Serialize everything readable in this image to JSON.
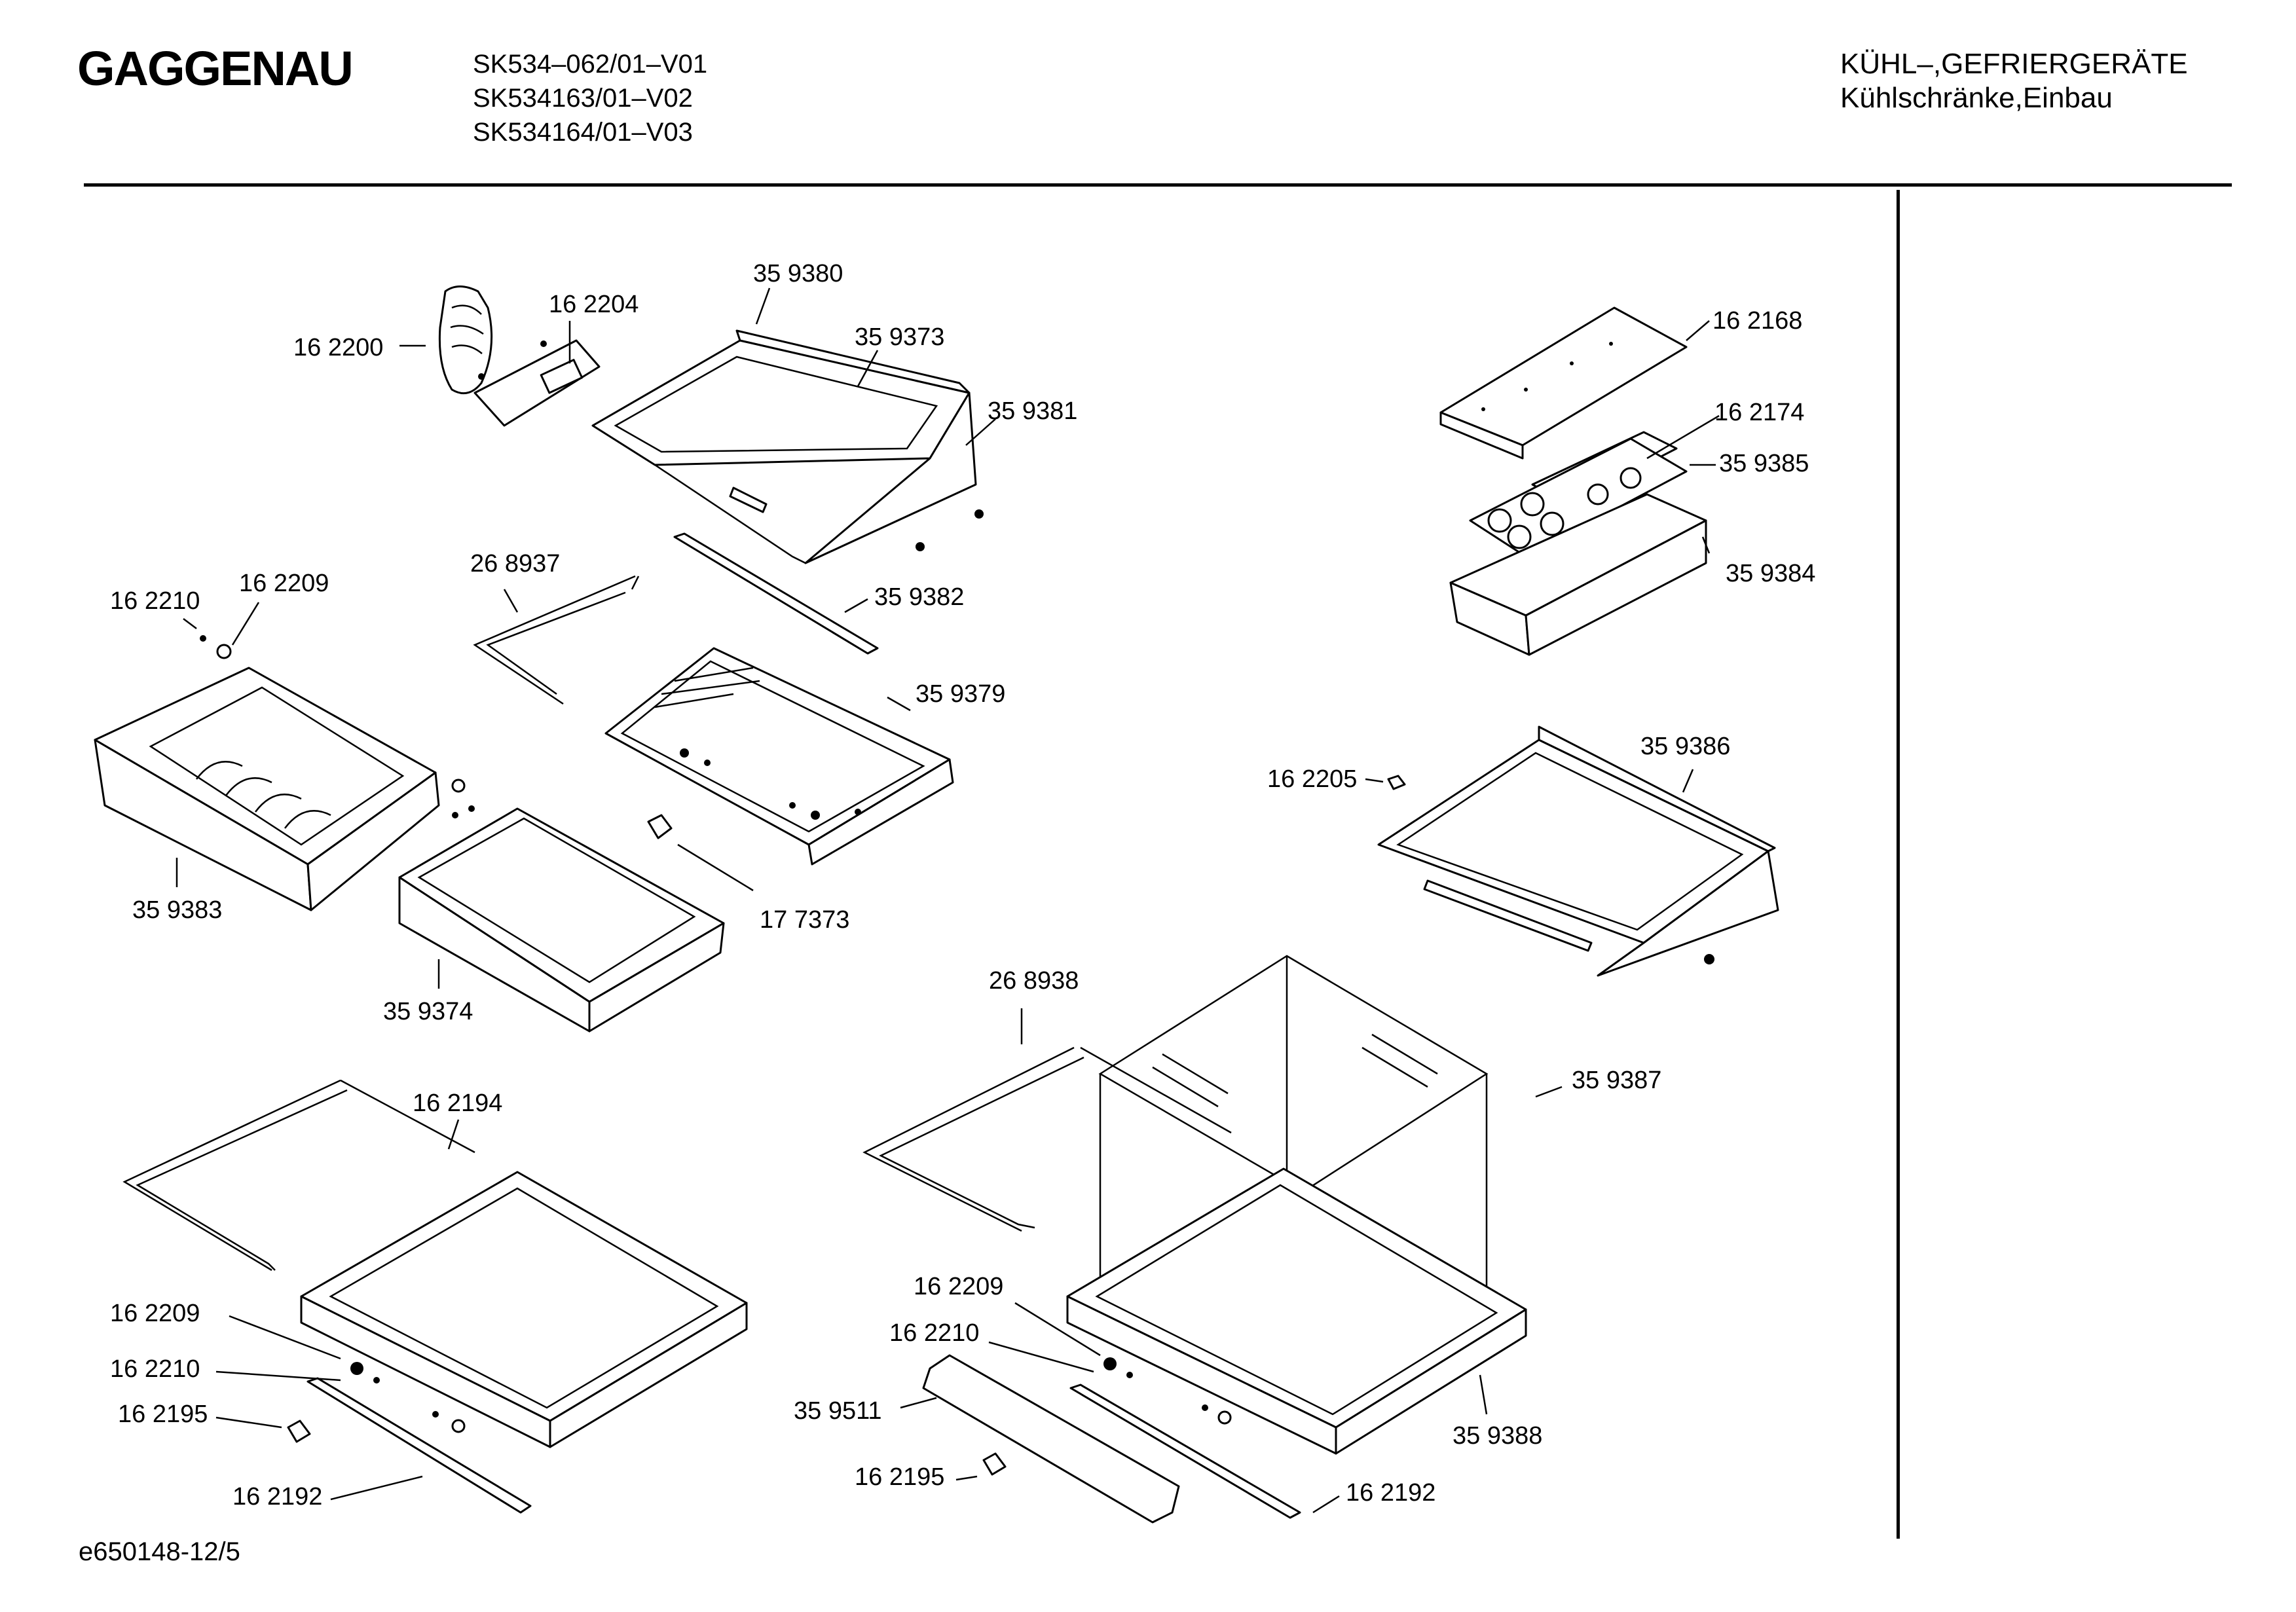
{
  "header": {
    "brand": "GAGGENAU",
    "models": [
      "SK534–062/01–V01",
      "SK534163/01–V02",
      "SK534164/01–V03"
    ],
    "category_line1": "KÜHL–,GEFRIERGERÄTE",
    "category_line2": "Kühlschränke,Einbau"
  },
  "footer": {
    "drawing_id": "e650148-12/5"
  },
  "labels": {
    "l_162200": "16 2200",
    "l_162204": "16 2204",
    "l_359380": "35 9380",
    "l_359373": "35 9373",
    "l_359381": "35 9381",
    "l_162168": "16 2168",
    "l_162174": "16 2174",
    "l_359385": "35 9385",
    "l_359384": "35 9384",
    "l_162210a": "16 2210",
    "l_162209a": "16 2209",
    "l_268937": "26 8937",
    "l_359382": "35 9382",
    "l_359379": "35 9379",
    "l_359383": "35 9383",
    "l_177373": "17 7373",
    "l_359374": "35 9374",
    "l_162205": "16 2205",
    "l_359386": "35 9386",
    "l_268938": "26 8938",
    "l_359387": "35 9387",
    "l_162194": "16 2194",
    "l_162209b": "16 2209",
    "l_162210b": "16 2210",
    "l_162195a": "16 2195",
    "l_162192a": "16 2192",
    "l_162209c": "16 2209",
    "l_162210c": "16 2210",
    "l_359511": "35 9511",
    "l_162195b": "16 2195",
    "l_359388": "35 9388",
    "l_162192b": "16 2192"
  }
}
